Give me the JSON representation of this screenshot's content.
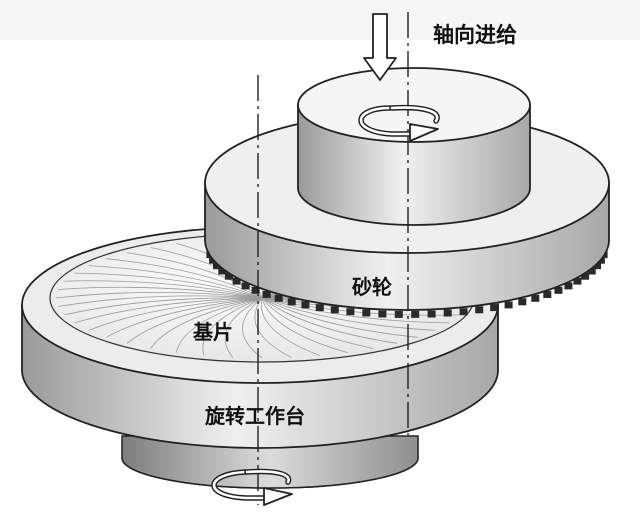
{
  "labels": {
    "axial_feed": "轴向进给",
    "grinding_wheel": "砂轮",
    "wafer": "基片",
    "rotary_table": "旋转工作台"
  },
  "colors": {
    "outline": "#222222",
    "surface_light": "#f3f3f3",
    "surface_mid": "#c9c9c9",
    "surface_dark": "#8a8a8a",
    "background": "#ffffff"
  },
  "icons": [
    "feed-arrow-icon",
    "rotation-arrow-icon"
  ]
}
